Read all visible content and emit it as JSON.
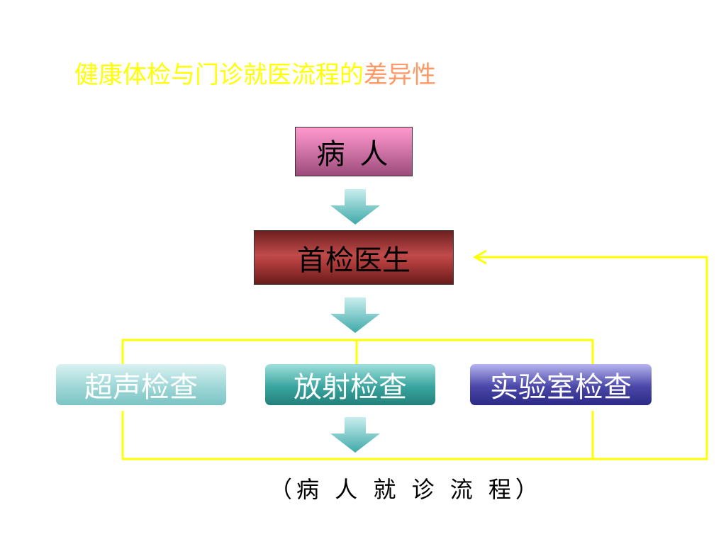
{
  "title": {
    "part1": "健康体检与门诊就医流程的",
    "part2": "差异性"
  },
  "nodes": {
    "patient": "病  人",
    "doctor": "首检医生",
    "ultrasound": "超声检查",
    "radiology": "放射检查",
    "lab": "实验室检查"
  },
  "caption": "（病 人 就 诊 流 程）",
  "colors": {
    "title_primary": "#ffff00",
    "title_accent": "#ff9966",
    "connector": "#ffff00",
    "arrow": "#6cc3c3"
  },
  "icons": [
    "down-arrow-icon",
    "left-arrowhead-icon"
  ]
}
